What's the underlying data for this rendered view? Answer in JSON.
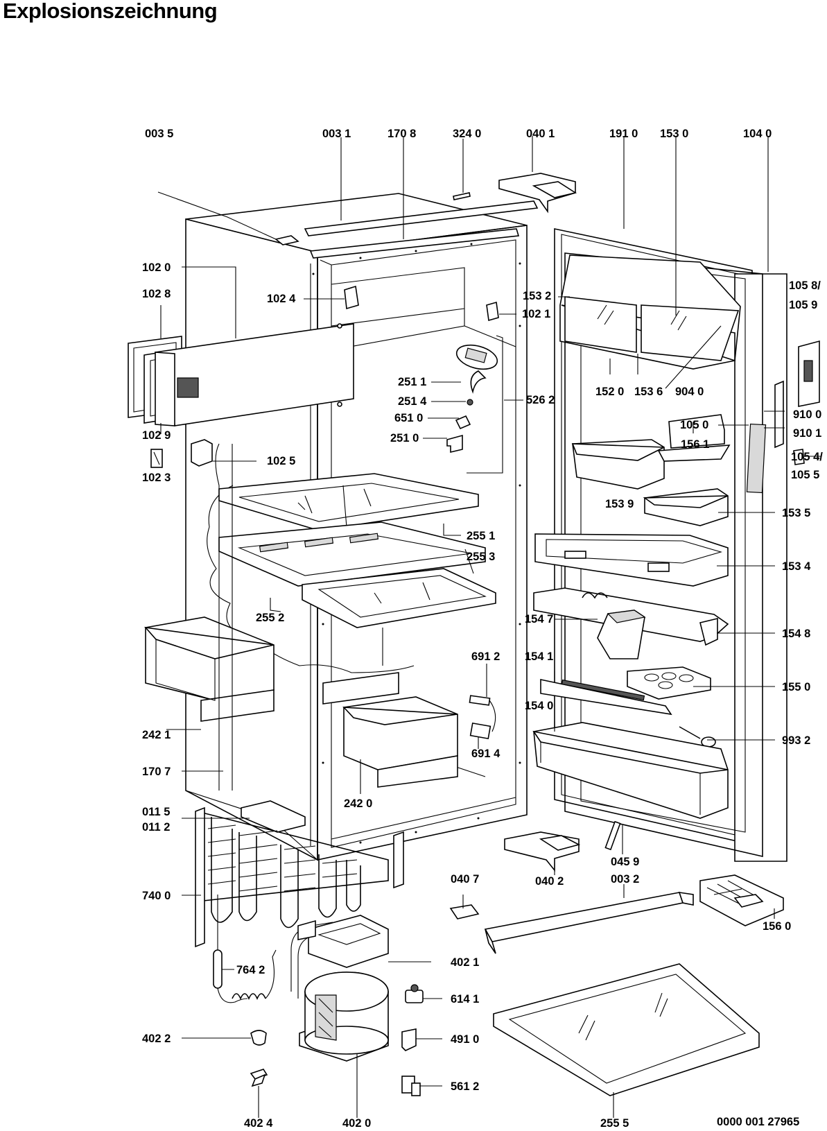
{
  "title": "Explosionszeichnung",
  "document_number": "0000 001 27965",
  "labels": {
    "l0035": "003 5",
    "l0031": "003 1",
    "l1708": "170 8",
    "l3240": "324 0",
    "l0401": "040 1",
    "l1910": "191 0",
    "l1530": "153 0",
    "l1040": "104 0",
    "l1058": "105 8/",
    "l1059": "105 9",
    "l1020": "102 0",
    "l1028": "102 8",
    "l1024": "102 4",
    "l1021": "102 1",
    "l1532": "153 2",
    "l1520": "152 0",
    "l1536": "153 6",
    "l9040": "904 0",
    "l2511": "251 1",
    "l2514": "251 4",
    "l6510": "651 0",
    "l2510": "251 0",
    "l5262": "526 2",
    "l1029": "102 9",
    "l1025": "102 5",
    "l1023": "102 3",
    "l1050": "105 0",
    "l1561": "156 1",
    "l9100": "910 0",
    "l9101": "910 1",
    "l1054": "105 4/",
    "l1055": "105 5",
    "l1539": "153 9",
    "l1535": "153 5",
    "l2551": "255 1",
    "l2553": "255 3",
    "l1534": "153 4",
    "l2552": "255 2",
    "l1548": "154 8",
    "l1547": "154 7",
    "l6912": "691 2",
    "l1541": "154 1",
    "l1550": "155 0",
    "l1540": "154 0",
    "l6914": "691 4",
    "l2421": "242 1",
    "l9932": "993 2",
    "l1707": "170 7",
    "l2420": "242 0",
    "l0115": "011 5",
    "l0112": "011 2",
    "l0459": "045 9",
    "l0032": "003 2",
    "l0407": "040 7",
    "l0402": "040 2",
    "l7400": "740 0",
    "l1560": "156 0",
    "l7642": "764 2",
    "l4021": "402 1",
    "l6141": "614 1",
    "l4022": "402 2",
    "l4910": "491 0",
    "l5612": "561 2",
    "l4024": "402 4",
    "l4020": "402 0",
    "l2555": "255 5"
  }
}
